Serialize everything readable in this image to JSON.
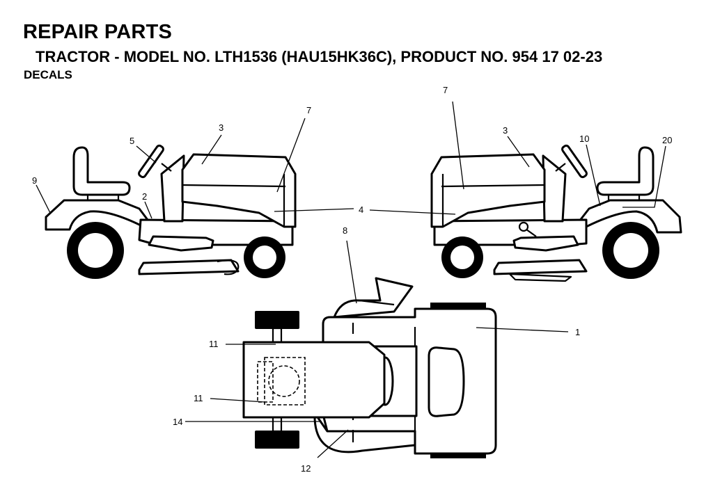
{
  "header": {
    "title": "REPAIR PARTS",
    "subtitle": "TRACTOR - MODEL NO. LTH1536 (HAU15HK36C), PRODUCT NO. 954 17 02-23",
    "section": "DECALS"
  },
  "callouts": {
    "left_view": [
      "9",
      "5",
      "2",
      "3",
      "7",
      "4"
    ],
    "right_view": [
      "7",
      "3",
      "10",
      "20"
    ],
    "top_view": [
      "8",
      "1",
      "11",
      "11",
      "14",
      "12"
    ]
  }
}
